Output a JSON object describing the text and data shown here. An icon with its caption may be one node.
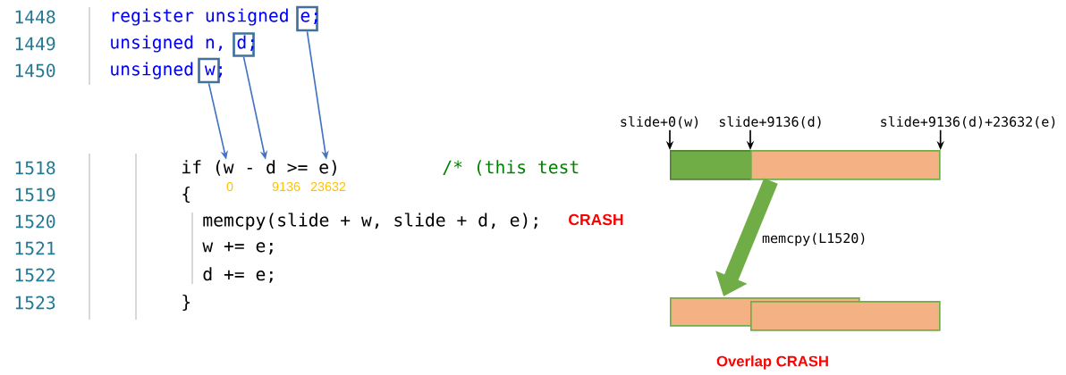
{
  "diagram": {
    "nodes": [
      {
        "text": [],
        "shape": "box"
      },
      {
        "text": [],
        "shape": "box"
      },
      {
        "text": [],
        "shape": "box"
      },
      {
        "text": [
          "slide+0(w)"
        ]
      },
      {
        "text": [
          "slide+9136(d)"
        ]
      },
      {
        "text": [
          "slide+9136(d)+23632(e)"
        ]
      },
      {
        "text": [],
        "shape": "bar"
      },
      {
        "text": [],
        "shape": "bar"
      },
      {
        "text": [],
        "shape": "bar"
      },
      {
        "text": [],
        "shape": "bar"
      },
      {
        "text": [
          "if (w - d >= e)"
        ]
      }
    ],
    "edges": [
      {
        "from": 0,
        "to": 10,
        "arrow": "to",
        "color": "#4472c4"
      },
      {
        "from": 1,
        "to": 10,
        "arrow": "to",
        "color": "#4472c4"
      },
      {
        "from": 2,
        "to": 10,
        "arrow": "to",
        "color": "#4472c4"
      },
      {
        "from": 3,
        "to": 6,
        "arrow": "to",
        "color": "#000000"
      },
      {
        "from": 4,
        "to": 7,
        "arrow": "to",
        "color": "#000000"
      },
      {
        "from": 5,
        "to": 7,
        "arrow": "to",
        "color": "#000000"
      },
      {
        "from": 7,
        "to": 8,
        "arrow": "to",
        "label": "memcpy(L1520)",
        "style": "thick",
        "color": "#70ad47"
      }
    ],
    "labels": [
      "1448",
      "register unsigned e;",
      "1449",
      "unsigned n, d;",
      "1450",
      "unsigned w;",
      "1518",
      "/* (this test",
      "0",
      "9136",
      "23632",
      "1519",
      "{",
      "1520",
      "memcpy(slide + w, slide + d, e);",
      "CRASH",
      "1521",
      "w += e;",
      "1522",
      "d += e;",
      "1523",
      "}",
      "Overlap CRASH"
    ]
  }
}
